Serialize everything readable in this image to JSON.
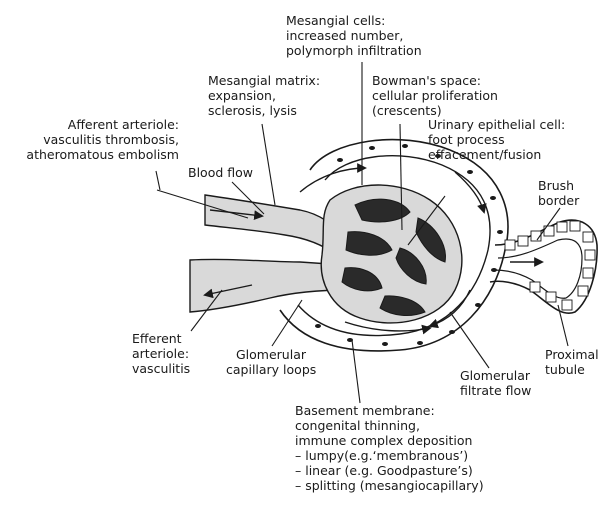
{
  "colors": {
    "ink": "#1a1a1a",
    "vessel_fill": "#d9d9d9",
    "dark_fill": "#2a2a2a",
    "background": "#ffffff"
  },
  "labels": {
    "mesangial_cells": [
      "Mesangial cells:",
      "increased number,",
      "polymorph infiltration"
    ],
    "mesangial_matrix": [
      "Mesangial matrix:",
      "expansion,",
      "sclerosis, lysis"
    ],
    "bowmans_space": [
      "Bowman's space:",
      "cellular proliferation",
      "(crescents)"
    ],
    "afferent_arteriole": [
      "Afferent arteriole:",
      "vasculitis thrombosis,",
      "atheromatous embolism"
    ],
    "urinary_epithelial_cell": [
      "Urinary epithelial cell:",
      "foot process",
      "effacement/fusion"
    ],
    "blood_flow": [
      "Blood flow"
    ],
    "brush_border": [
      "Brush",
      "border"
    ],
    "efferent_arteriole": [
      "Efferent",
      "arteriole:",
      "vasculitis"
    ],
    "glomerular_capillary_loops": [
      "Glomerular",
      "capillary loops"
    ],
    "proximal_tubule": [
      "Proximal",
      "tubule"
    ],
    "glomerular_filtrate_flow": [
      "Glomerular",
      "filtrate flow"
    ],
    "basement_membrane": [
      "Basement membrane:",
      "congenital thinning,",
      "immune complex deposition",
      "– lumpy(e.g.‘membranous’)",
      "– linear (e.g. Goodpasture’s)",
      "– splitting (mesangiocapillary)"
    ]
  }
}
